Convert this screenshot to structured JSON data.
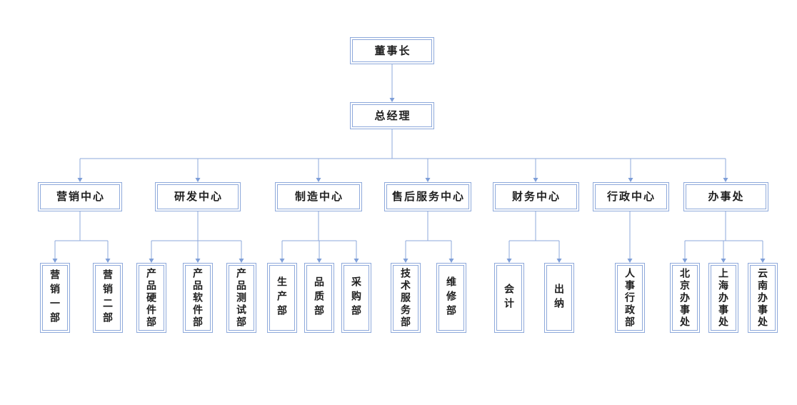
{
  "org": {
    "root": {
      "name": "chairman",
      "label": "董事长"
    },
    "manager": {
      "name": "general-manager",
      "label": "总经理"
    },
    "centers": [
      {
        "name": "marketing-center",
        "label": "营销中心",
        "children": [
          {
            "name": "marketing-dept-1",
            "label": "营销一部"
          },
          {
            "name": "marketing-dept-2",
            "label": "营销二部"
          }
        ]
      },
      {
        "name": "rd-center",
        "label": "研发中心",
        "children": [
          {
            "name": "product-hardware-dept",
            "label": "产品硬件部"
          },
          {
            "name": "product-software-dept",
            "label": "产品软件部"
          },
          {
            "name": "product-testing-dept",
            "label": "产品测试部"
          }
        ]
      },
      {
        "name": "manufacturing-center",
        "label": "制造中心",
        "children": [
          {
            "name": "production-dept",
            "label": "生产部"
          },
          {
            "name": "quality-dept",
            "label": "品质部"
          },
          {
            "name": "procurement-dept",
            "label": "采购部"
          }
        ]
      },
      {
        "name": "after-sales-service-center",
        "label": "售后服务中心",
        "children": [
          {
            "name": "technical-service-dept",
            "label": "技术服务部"
          },
          {
            "name": "maintenance-dept",
            "label": "维修部"
          }
        ]
      },
      {
        "name": "finance-center",
        "label": "财务中心",
        "children": [
          {
            "name": "accounting-dept",
            "label": "会计"
          },
          {
            "name": "cashier-dept",
            "label": "出纳"
          }
        ]
      },
      {
        "name": "admin-center",
        "label": "行政中心",
        "children": [
          {
            "name": "hr-admin-dept",
            "label": "人事行政部"
          }
        ]
      },
      {
        "name": "offices",
        "label": "办事处",
        "children": [
          {
            "name": "beijing-office",
            "label": "北京办事处"
          },
          {
            "name": "shanghai-office",
            "label": "上海办事处"
          },
          {
            "name": "yunnan-office",
            "label": "云南办事处"
          }
        ]
      }
    ]
  },
  "colors": {
    "border": "#8EA9DB",
    "line": "#8EA9DB",
    "arrow": "#7E9ED8",
    "text": "#1F1F1F",
    "background": "#FFFFFF"
  }
}
